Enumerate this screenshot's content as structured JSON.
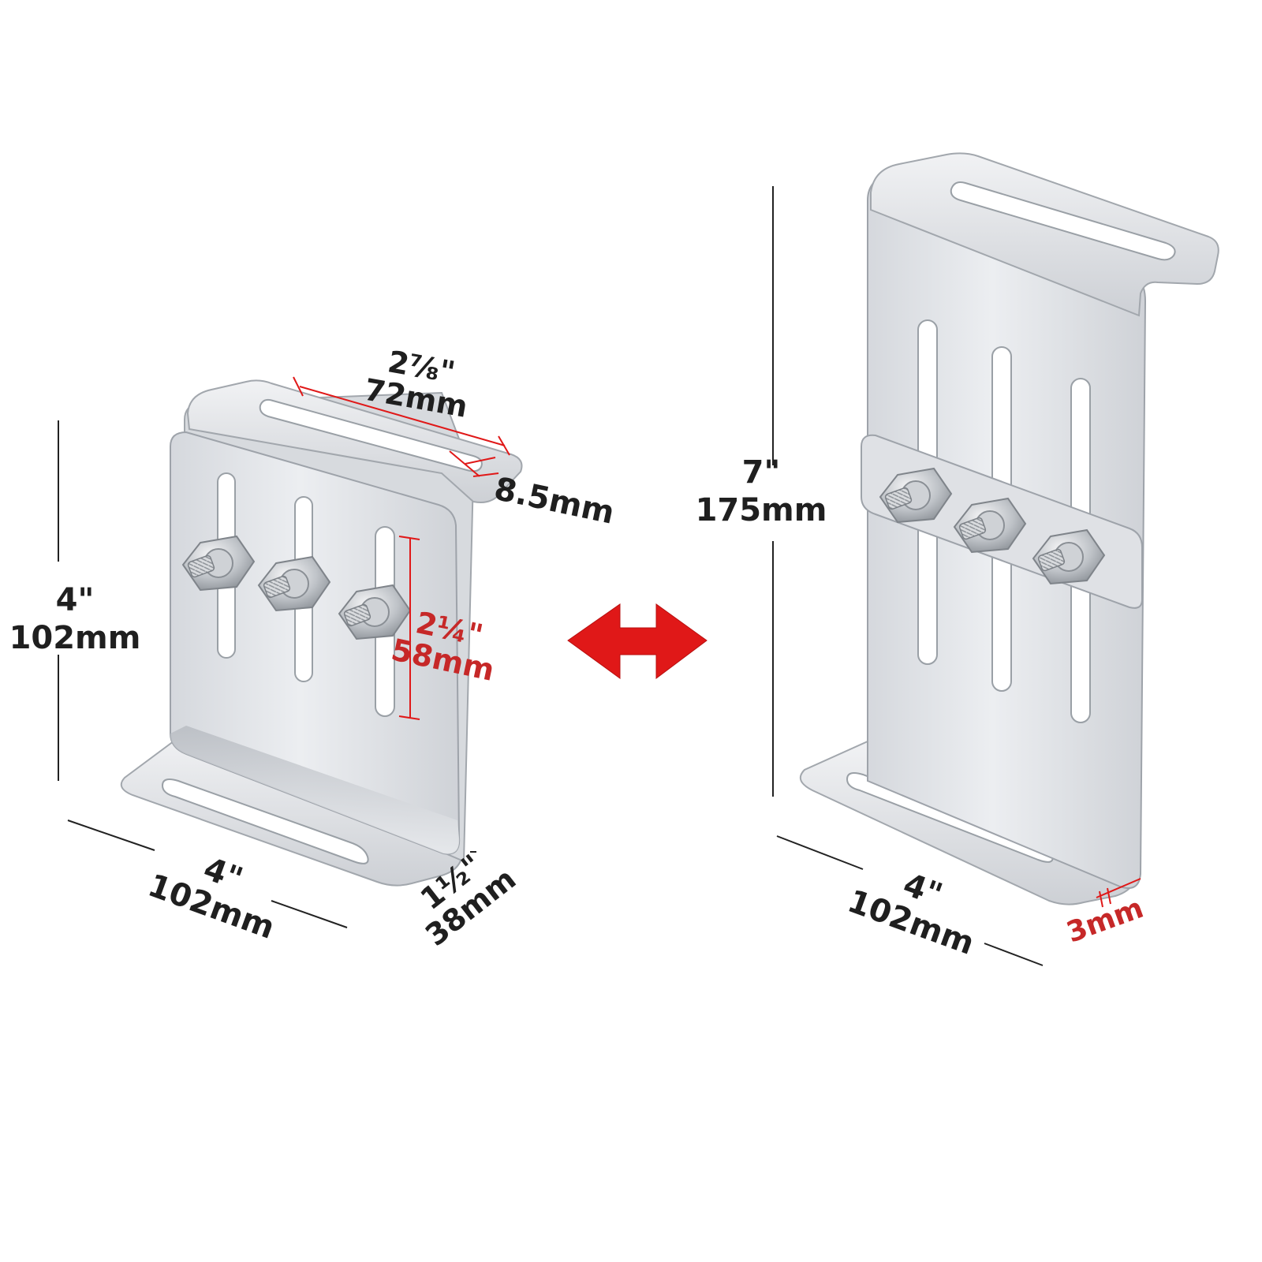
{
  "colors": {
    "metal_light": "#e4e6ea",
    "metal_mid": "#c9ccd1",
    "metal_dark": "#a7abb1",
    "edge": "#9ea3aa",
    "dimension_line": "#222222",
    "accent_red": "#e01818",
    "dimension_red": "#c62828"
  },
  "icons": {
    "adjust_arrow": "double-headed-arrow-icon"
  },
  "left_bracket": {
    "height_in": "4\"",
    "height_mm": "102mm",
    "width_in": "4\"",
    "width_mm": "102mm",
    "top_slot_length_in": "2⅞\"",
    "top_slot_length_mm": "72mm",
    "slot_width_mm": "8.5mm",
    "adjust_slot_in": "2¼\"",
    "adjust_slot_mm": "58mm",
    "depth_in": "1½\"",
    "depth_mm": "38mm"
  },
  "right_bracket": {
    "height_in": "7\"",
    "height_mm": "175mm",
    "width_in": "4\"",
    "width_mm": "102mm",
    "thickness_mm": "3mm"
  }
}
